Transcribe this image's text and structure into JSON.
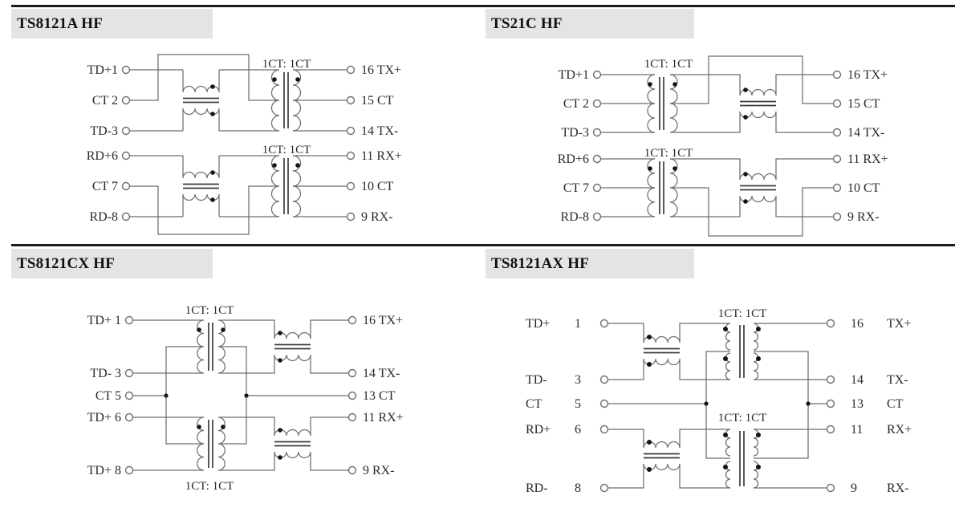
{
  "colors": {
    "line": "#6e6e6e",
    "core": "#3c3c3c",
    "text": "#2a2a2a",
    "title": "#111111",
    "header_bg": "#e4e4e4",
    "rule": "#1a1a1a"
  },
  "panels": [
    {
      "title": "TS8121A HF",
      "ratios": [
        "1CT: 1CT",
        "1CT: 1CT"
      ],
      "left_pins": [
        "TD+1",
        "CT 2",
        "TD-3",
        "RD+6",
        "CT 7",
        "RD-8"
      ],
      "right_pins": [
        "16 TX+",
        "15 CT",
        "14 TX-",
        "11 RX+",
        "10 CT",
        "9 RX-"
      ]
    },
    {
      "title": "TS21C HF",
      "ratios": [
        "1CT: 1CT",
        "1CT: 1CT"
      ],
      "left_pins": [
        "TD+1",
        "CT 2",
        "TD-3",
        "RD+6",
        "CT 7",
        "RD-8"
      ],
      "right_pins": [
        "16 TX+",
        "15 CT",
        "14 TX-",
        "11 RX+",
        "10 CT",
        "9 RX-"
      ]
    },
    {
      "title": "TS8121CX HF",
      "ratios": [
        "1CT: 1CT",
        "1CT: 1CT"
      ],
      "left_pins": [
        "TD+ 1",
        "TD- 3",
        "CT 5",
        "TD+ 6",
        "TD+ 8"
      ],
      "right_pins": [
        "16 TX+",
        "14 TX-",
        "13 CT",
        "11 RX+",
        "9 RX-"
      ]
    },
    {
      "title": "TS8121AX HF",
      "ratios": [
        "1CT: 1CT",
        "1CT: 1CT"
      ],
      "left_names": [
        "TD+",
        "TD-",
        "CT",
        "RD+",
        "RD-"
      ],
      "left_nums": [
        "1",
        "3",
        "5",
        "6",
        "8"
      ],
      "right_nums": [
        "16",
        "14",
        "13",
        "11",
        "9"
      ],
      "right_names": [
        "TX+",
        "TX-",
        "CT",
        "RX+",
        "RX-"
      ]
    }
  ]
}
